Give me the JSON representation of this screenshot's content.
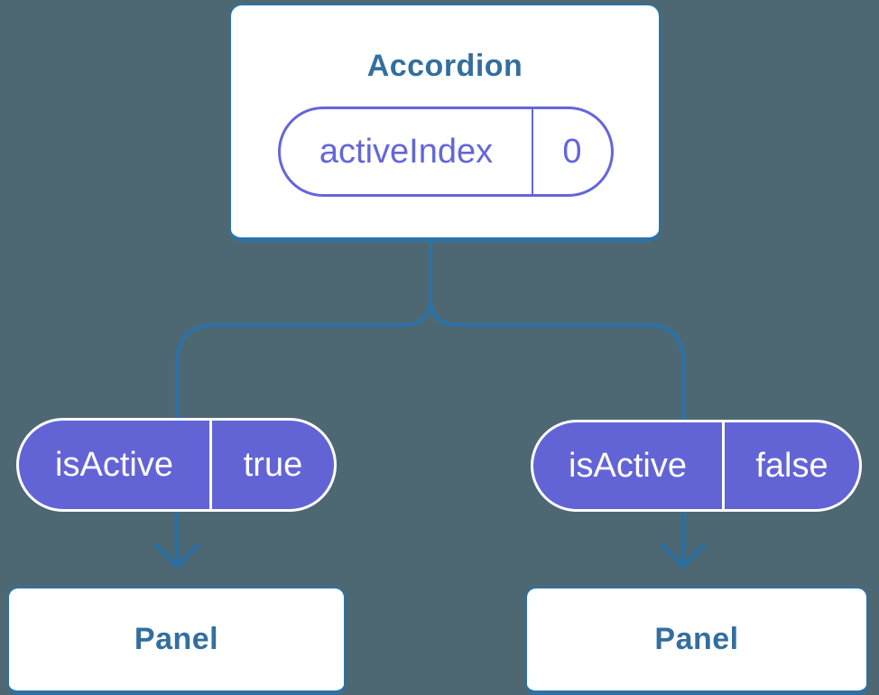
{
  "diagram": {
    "root": {
      "title": "Accordion",
      "prop_name": "activeIndex",
      "prop_value": "0"
    },
    "left_child": {
      "prop_name": "isActive",
      "prop_value": "true",
      "panel_label": "Panel"
    },
    "right_child": {
      "prop_name": "isActive",
      "prop_value": "false",
      "panel_label": "Panel"
    },
    "colors": {
      "background": "#4d6873",
      "structure_blue": "#2d72a6",
      "arrow_blue": "#2d6f9e",
      "prop_purple": "#6366da",
      "pill_fill_purple": "#6264d6",
      "heading_blue": "#336f9e",
      "card_fill": "#ffffff"
    }
  }
}
